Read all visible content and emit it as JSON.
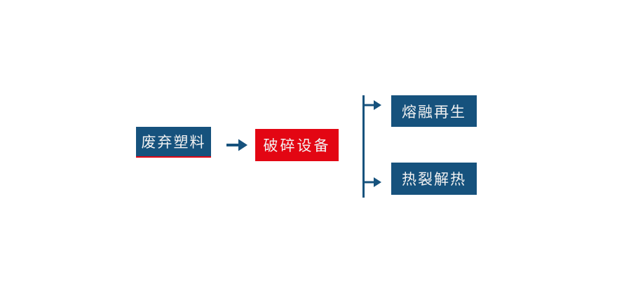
{
  "colors": {
    "primary_blue": "#16527D",
    "accent_red": "#E30613",
    "text_light": "#F2F2F2",
    "background": "#FFFFFF"
  },
  "flowchart": {
    "nodes": [
      {
        "id": "waste-plastic",
        "label": "废弃塑料",
        "style": "blue with red underline"
      },
      {
        "id": "crushing-equipment",
        "label": "破碎设备",
        "style": "red"
      },
      {
        "id": "melt-regeneration",
        "label": "熔融再生",
        "style": "blue"
      },
      {
        "id": "pyrolysis-heat",
        "label": "热裂解热",
        "style": "blue"
      }
    ],
    "connections": [
      {
        "from": "waste-plastic",
        "to": "crushing-equipment",
        "type": "arrow-right"
      },
      {
        "from": "crushing-equipment",
        "to": "melt-regeneration",
        "type": "branch-arrow"
      },
      {
        "from": "crushing-equipment",
        "to": "pyrolysis-heat",
        "type": "branch-arrow"
      }
    ]
  }
}
